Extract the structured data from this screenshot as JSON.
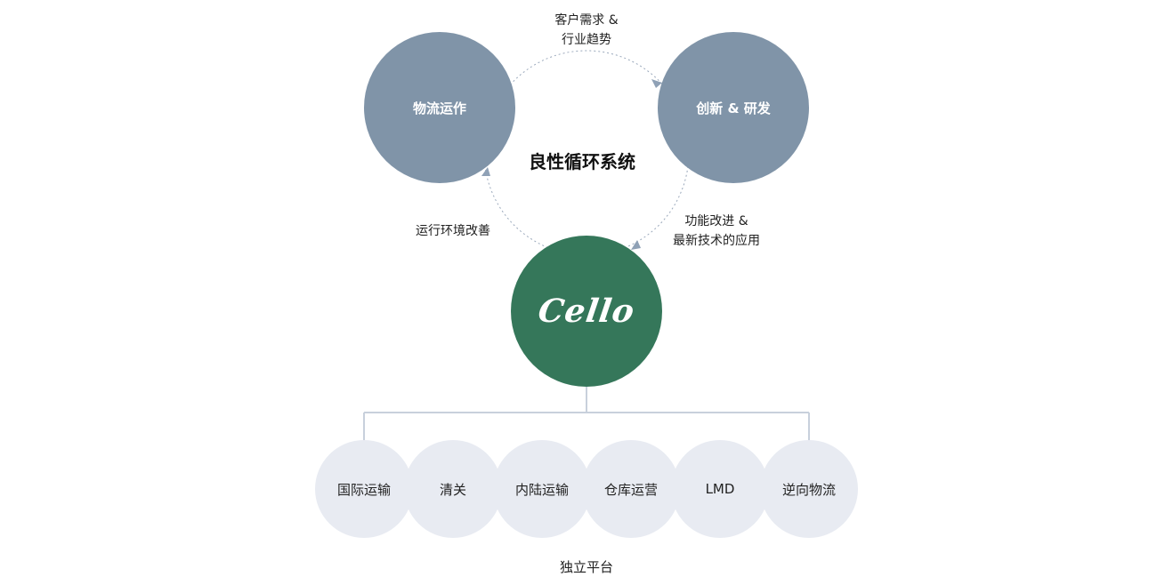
{
  "cycle": {
    "title": "良性循环系统",
    "nodes": {
      "logistics": "物流运作",
      "innovation": "创新 & 研发"
    },
    "edges": {
      "top_line1": "客户需求 &",
      "top_line2": "行业趋势",
      "right_line1": "功能改进 &",
      "right_line2": "最新技术的应用",
      "left": "运行环境改善"
    }
  },
  "logo": {
    "text": "Cello"
  },
  "services": [
    "国际运输",
    "清关",
    "内陆运输",
    "仓库运营",
    "LMD",
    "逆向物流"
  ],
  "platform_label": "独立平台",
  "colors": {
    "slate": "#8094a8",
    "green": "#35775a",
    "light": "#e8ebf2",
    "connector": "#c8d0dc"
  }
}
